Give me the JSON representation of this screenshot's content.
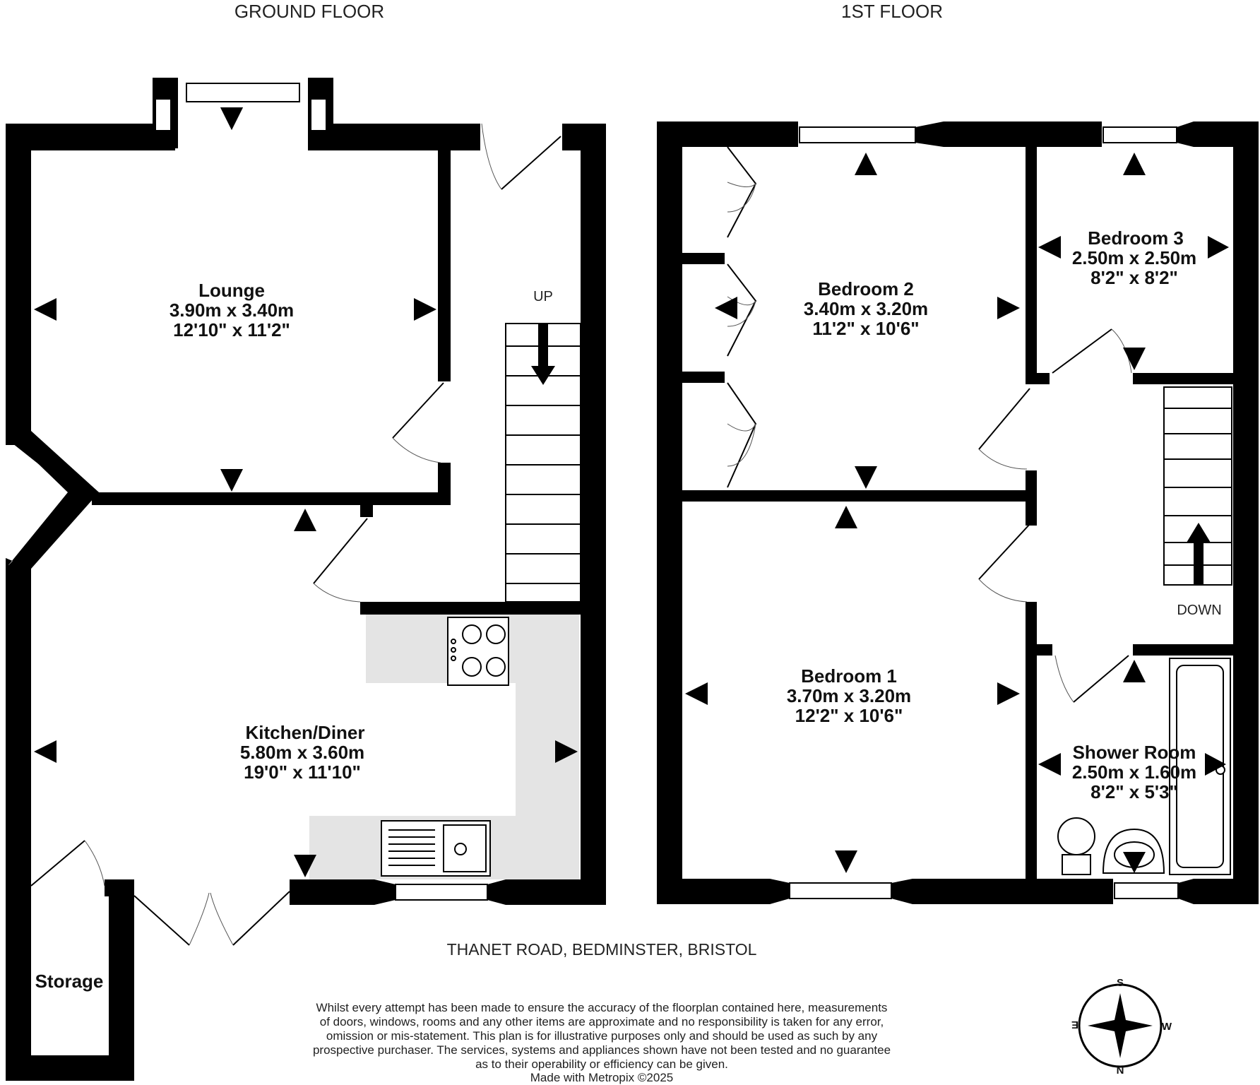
{
  "floors": {
    "ground": {
      "title": "GROUND FLOOR"
    },
    "first": {
      "title": "1ST FLOOR"
    }
  },
  "rooms": {
    "lounge": {
      "name": "Lounge",
      "metric": "3.90m  x 3.40m",
      "imperial": "12'10\"  x 11'2\""
    },
    "kitchen": {
      "name": "Kitchen/Diner",
      "metric": "5.80m  x 3.60m",
      "imperial": "19'0\"  x 11'10\""
    },
    "storage": {
      "name": "Storage"
    },
    "bedroom1": {
      "name": "Bedroom 1",
      "metric": "3.70m  x 3.20m",
      "imperial": "12'2\"  x 10'6\""
    },
    "bedroom2": {
      "name": "Bedroom 2",
      "metric": "3.40m  x 3.20m",
      "imperial": "11'2\"  x 10'6\""
    },
    "bedroom3": {
      "name": "Bedroom 3",
      "metric": "2.50m  x 2.50m",
      "imperial": "8'2\"  x 8'2\""
    },
    "shower": {
      "name": "Shower Room",
      "metric": "2.50m  x 1.60m",
      "imperial": "8'2\"  x 5'3\""
    }
  },
  "stairs": {
    "up": "UP",
    "down": "DOWN"
  },
  "address": "THANET ROAD, BEDMINSTER, BRISTOL",
  "disclaimer": [
    "Whilst every attempt has been made to ensure the accuracy of the floorplan contained here, measurements",
    "of doors, windows, rooms and any other items are approximate and no responsibility is taken for any error,",
    "omission or mis-statement. This plan is for illustrative purposes only and should be used as such by any",
    "prospective purchaser. The services, systems and appliances shown have not been tested and no guarantee",
    "as to their operability or efficiency can be given.",
    "Made with Metropix ©2025"
  ],
  "compass": {
    "n": "N",
    "s": "S",
    "e": "E",
    "w": "W"
  }
}
